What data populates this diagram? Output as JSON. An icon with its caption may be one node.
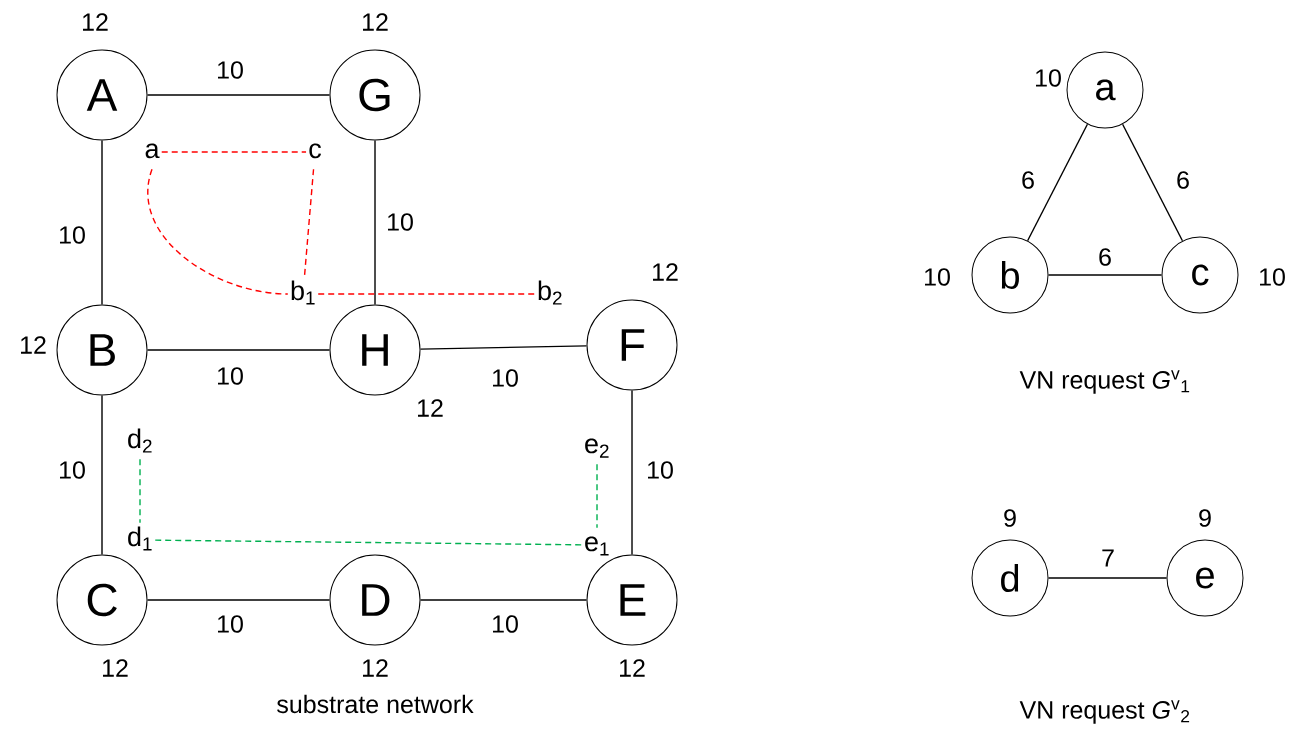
{
  "diagram": {
    "nodes": [
      {
        "text": [
          "A"
        ],
        "beside": [
          "12"
        ]
      },
      {
        "text": [
          "G"
        ],
        "beside": [
          "12"
        ]
      },
      {
        "text": [
          "B"
        ],
        "beside": [
          "12"
        ]
      },
      {
        "text": [
          "H"
        ],
        "beside": [
          "12"
        ]
      },
      {
        "text": [
          "F"
        ],
        "beside": [
          "12"
        ]
      },
      {
        "text": [
          "C"
        ],
        "beside": [
          "12"
        ]
      },
      {
        "text": [
          "D"
        ],
        "beside": [
          "12"
        ]
      },
      {
        "text": [
          "E"
        ],
        "beside": [
          "12"
        ]
      },
      {
        "text": [
          "a"
        ],
        "beside": [
          "10"
        ]
      },
      {
        "text": [
          "b"
        ],
        "beside": [
          "10"
        ]
      },
      {
        "text": [
          "c"
        ],
        "beside": [
          "10"
        ]
      },
      {
        "text": [
          "d"
        ],
        "beside": [
          "9"
        ]
      },
      {
        "text": [
          "e"
        ],
        "beside": [
          "9"
        ]
      },
      {
        "text": [
          "a"
        ]
      },
      {
        "text": [
          "c"
        ]
      },
      {
        "text": [
          "b$_{1}$"
        ]
      },
      {
        "text": [
          "b$_{2}$"
        ]
      },
      {
        "text": [
          "d$_{2}$"
        ]
      },
      {
        "text": [
          "d$_{1}$"
        ]
      },
      {
        "text": [
          "e$_{2}$"
        ]
      },
      {
        "text": [
          "e$_{1}$"
        ]
      }
    ],
    "edges": [
      {
        "from": 0,
        "to": 1,
        "arrow": "none",
        "label": "10"
      },
      {
        "from": 0,
        "to": 2,
        "arrow": "none",
        "label": "10"
      },
      {
        "from": 1,
        "to": 3,
        "arrow": "none",
        "label": "10"
      },
      {
        "from": 2,
        "to": 3,
        "arrow": "none",
        "label": "10"
      },
      {
        "from": 3,
        "to": 4,
        "arrow": "none",
        "label": "10"
      },
      {
        "from": 2,
        "to": 5,
        "arrow": "none",
        "label": "10"
      },
      {
        "from": 4,
        "to": 7,
        "arrow": "none",
        "label": "10"
      },
      {
        "from": 5,
        "to": 6,
        "arrow": "none",
        "label": "10"
      },
      {
        "from": 6,
        "to": 7,
        "arrow": "none",
        "label": "10"
      },
      {
        "from": 8,
        "to": 9,
        "arrow": "none",
        "label": "6"
      },
      {
        "from": 8,
        "to": 10,
        "arrow": "none",
        "label": "6"
      },
      {
        "from": 9,
        "to": 10,
        "arrow": "none",
        "label": "6"
      },
      {
        "from": 11,
        "to": 12,
        "arrow": "none",
        "label": "7"
      },
      {
        "from": 13,
        "to": 14,
        "arrow": "none",
        "style": "dashed",
        "color": "#ff0000"
      },
      {
        "from": 13,
        "to": 15,
        "arrow": "none",
        "style": "dashed",
        "color": "#ff0000"
      },
      {
        "from": 14,
        "to": 15,
        "arrow": "none",
        "style": "dashed",
        "color": "#ff0000"
      },
      {
        "from": 15,
        "to": 16,
        "arrow": "none",
        "style": "dashed",
        "color": "#ff0000"
      },
      {
        "from": 17,
        "to": 18,
        "arrow": "none",
        "style": "dashed",
        "color": "#00b050"
      },
      {
        "from": 18,
        "to": 20,
        "arrow": "none",
        "style": "dashed",
        "color": "#00b050"
      },
      {
        "from": 19,
        "to": 20,
        "arrow": "none",
        "style": "dashed",
        "color": "#00b050"
      }
    ],
    "labels": [
      "VN request *G*$^{v}$$_{1}$",
      "substrate network",
      "VN request *G*$^{v}$$_{2}$"
    ]
  }
}
